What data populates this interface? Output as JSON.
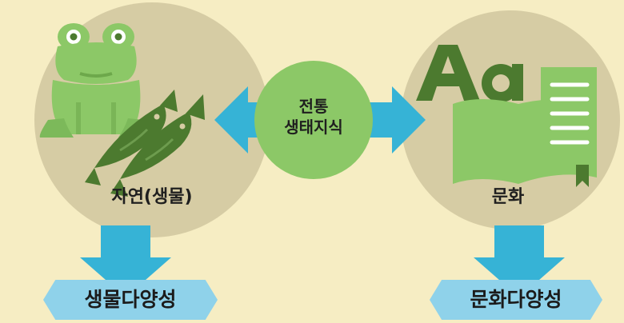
{
  "center": {
    "line1": "전통",
    "line2": "생태지식"
  },
  "left_circle": {
    "label": "자연(생물)",
    "icons": [
      "frog-icon",
      "fish-icon"
    ]
  },
  "right_circle": {
    "label": "문화",
    "icons": [
      "alphabet-aa-icon",
      "book-icon"
    ]
  },
  "results": {
    "left": "생물다양성",
    "right": "문화다양성"
  },
  "colors": {
    "background": "#f6edc3",
    "circle": "#d6cca4",
    "center_circle": "#8cc867",
    "arrow": "#36b3d6",
    "banner": "#8fd2ea",
    "icon_light": "#8cc867",
    "icon_dark": "#4c7a2f"
  }
}
